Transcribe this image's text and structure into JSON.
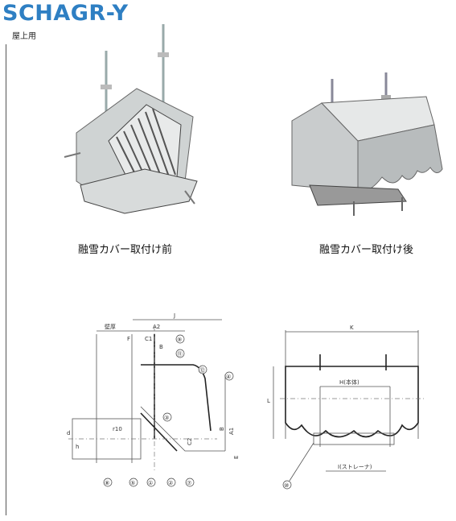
{
  "header": {
    "model": "SCHAGR-Y",
    "usage": "屋上用"
  },
  "photos": {
    "before_caption": "融雪カバー取付け前",
    "after_caption": "融雪カバー取付け後"
  },
  "drawing_side": {
    "dims": {
      "J": "J",
      "wall": "壁厚",
      "A2": "A2",
      "F": "F",
      "C1": "C1",
      "B": "B",
      "d": "d",
      "h": "h",
      "r": "r10",
      "A1": "A1",
      "B2": "B",
      "C2": "C2",
      "E": "E"
    },
    "parts": [
      "⑨",
      "⑪",
      "⑫",
      "④",
      "③",
      "⑧",
      "⑤",
      "①",
      "②",
      "⑦"
    ]
  },
  "drawing_front": {
    "dims": {
      "K": "K",
      "L": "L",
      "H": "H(本体)",
      "I": "I(ストレーナ)"
    },
    "parts": [
      "⑩"
    ]
  },
  "colors": {
    "title": "#2e7fc3"
  }
}
